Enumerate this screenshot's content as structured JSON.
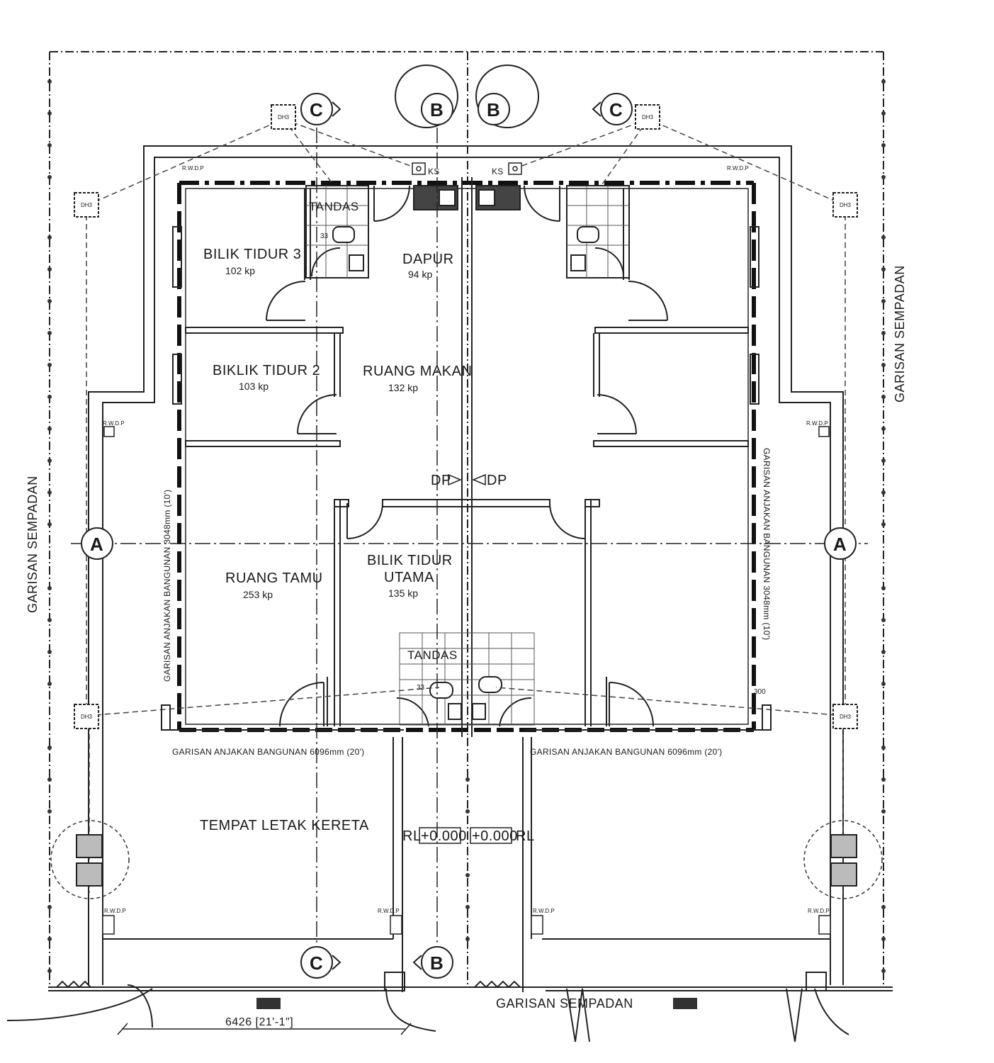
{
  "rooms": [
    {
      "name": "BILIK  TIDUR  3",
      "area": "102  kp"
    },
    {
      "name": "DAPUR",
      "area": "94  kp"
    },
    {
      "name": "BIKLIK  TIDUR  2",
      "area": "103  kp"
    },
    {
      "name": "RUANG  MAKAN",
      "area": "132  kp"
    },
    {
      "name": "RUANG  TAMU",
      "area": "253  kp"
    },
    {
      "name_line1": "BILIK  TIDUR",
      "name_line2": "UTAMA",
      "area": "135  kp"
    }
  ],
  "labels": {
    "tandas_top": "TANDAS",
    "tandas_bottom": "TANDAS",
    "tempat_letak_kereta": "TEMPAT  LETAK  KERETA",
    "garisan_sempadan_left": "GARISAN SEMPADAN",
    "garisan_sempadan_right": "GARISAN SEMPADAN",
    "garisan_sempadan_bottom": "GARISAN SEMPADAN",
    "anjakan_front_left": "GARISAN ANJAKAN BANGUNAN 6096mm (20')",
    "anjakan_front_right": "GARISAN ANJAKAN BANGUNAN 6096mm (20')",
    "anjakan_side_left": "GARISAN ANJAKAN BANGUNAN 3048mm (10')",
    "anjakan_side_right": "GARISAN ANJAKAN BANGUNAN 3048mm (10')",
    "dimension": "6426  [21'-1\"]",
    "rl_left_prefix": "RL",
    "rl_left_value": "+0.000",
    "rl_right_value": "+0.000",
    "rl_right_suffix": "RL",
    "dp_left": "DP",
    "dp_right": "DP",
    "ks_left": "KS",
    "ks_right": "KS",
    "rwdp": "R.W.D.P",
    "dh": "DH3",
    "fixture_code": "33",
    "spot_level": "300"
  },
  "grid_markers": {
    "a": "A",
    "b": "B",
    "c": "C"
  }
}
